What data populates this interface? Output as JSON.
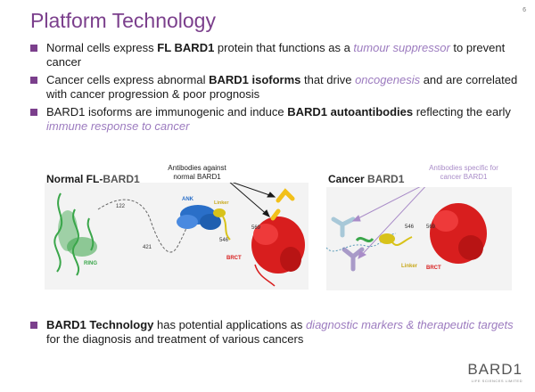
{
  "slide": {
    "title": "Platform Technology",
    "page_number": "6"
  },
  "bullets": [
    {
      "pre": "Normal cells express ",
      "bold": "FL BARD1",
      "mid": " protein that functions as a ",
      "emph": "tumour suppressor",
      "post": " to prevent cancer"
    },
    {
      "pre": "Cancer cells express abnormal ",
      "bold": "BARD1 isoforms",
      "mid": " that drive ",
      "emph": "oncogenesis",
      "post": " and are correlated with cancer progression & poor prognosis"
    },
    {
      "pre": "BARD1 isoforms are immunogenic and induce ",
      "bold": "BARD1 autoantibodies",
      "mid": " reflecting the early ",
      "emph": "immune response to cancer",
      "post": ""
    }
  ],
  "figure_left": {
    "heading_pre": "Normal FL-",
    "heading_post": "BARD1",
    "annotation": "Antibodies against normal BARD1",
    "labels": {
      "n122": "122",
      "n421": "421",
      "n546": "546",
      "n569": "569",
      "ring": "RING",
      "ank": "ANK",
      "linker": "Linker",
      "brct": "BRCT"
    }
  },
  "figure_right": {
    "heading_pre": "Cancer ",
    "heading_post": "BARD1",
    "annotation": "Antibodies specific for cancer BARD1",
    "labels": {
      "n546": "546",
      "n569": "569",
      "linker": "Linker",
      "brct": "BRCT"
    }
  },
  "bottom_bullet": {
    "bold": "BARD1 Technology",
    "pre": " has potential applications as ",
    "emph": "diagnostic markers & therapeutic targets",
    "post": " for the diagnosis and treatment of various cancers"
  },
  "logo": {
    "text": "BARD1",
    "sub": "LIFE SCIENCES LIMITED"
  },
  "colors": {
    "accent": "#7b3f8c",
    "emphasis": "#9c7bbf",
    "ring": "#3aa64a",
    "ank": "#2a6fc8",
    "linker": "#d8c21a",
    "brct": "#d81e1e",
    "antibody_yellow": "#f2c01a",
    "antibody_blue": "#a8c8d8",
    "antibody_purple": "#a89ac8"
  }
}
